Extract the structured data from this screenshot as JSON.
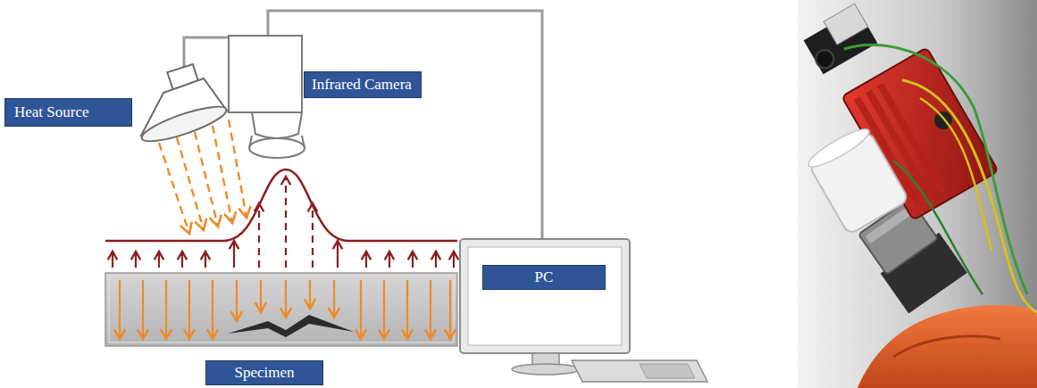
{
  "diagram": {
    "nodes": [
      {
        "text": [
          "Heat Source"
        ]
      },
      {
        "text": [
          "Infrared Camera"
        ]
      },
      {
        "text": [
          "PC"
        ]
      },
      {
        "text": [
          "Specimen"
        ]
      }
    ]
  }
}
